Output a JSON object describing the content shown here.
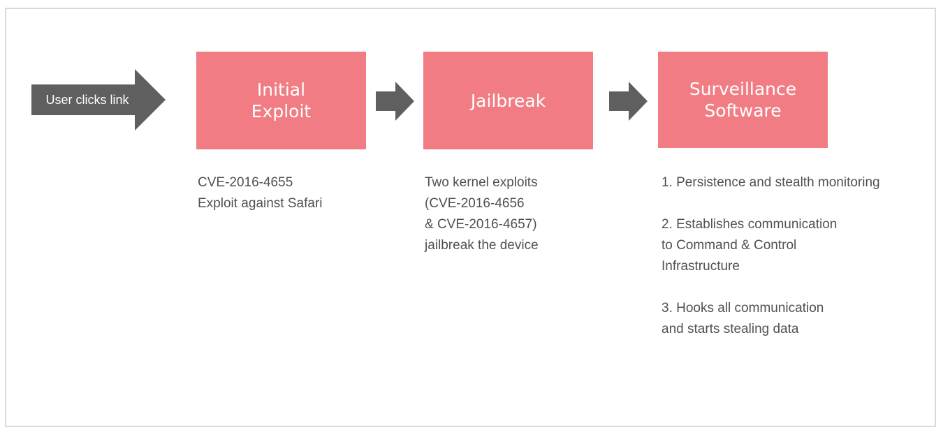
{
  "start": {
    "label": "User clicks link"
  },
  "steps": [
    {
      "title": "Initial\nExploit",
      "description": "CVE-2016-4655\nExploit against Safari"
    },
    {
      "title": "Jailbreak",
      "description": "Two kernel exploits\n(CVE-2016-4656\n& CVE-2016-4657)\njailbreak the device"
    },
    {
      "title": "Surveillance\nSoftware",
      "items": [
        "1. Persistence and stealth monitoring",
        "2. Establishes communication\nto Command & Control\nInfrastructure",
        "3. Hooks all communication\nand starts stealing data"
      ]
    }
  ],
  "colors": {
    "box_fill": "#f27c84",
    "arrow_fill": "#5f5f5f",
    "body_text": "#505050",
    "frame_border": "#d9d9d9"
  }
}
